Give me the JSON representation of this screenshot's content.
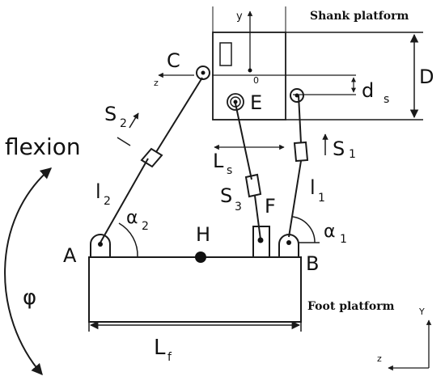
{
  "platforms": {
    "shank": "Shank platform",
    "foot": "Foot platform"
  },
  "motion": {
    "flexion": "flexion",
    "phi": "φ"
  },
  "points": {
    "A": "A",
    "B": "B",
    "C": "C",
    "E": "E",
    "F": "F",
    "H": "H"
  },
  "legs": {
    "l1": {
      "main": "l",
      "sub": "1"
    },
    "l2": {
      "main": "l",
      "sub": "2"
    },
    "S1": {
      "main": "S",
      "sub": "1"
    },
    "S2": {
      "main": "S",
      "sub": "2"
    },
    "S3": {
      "main": "S",
      "sub": "3"
    }
  },
  "angles": {
    "alpha1": {
      "main": "α",
      "sub": "1"
    },
    "alpha2": {
      "main": "α",
      "sub": "2"
    }
  },
  "dimensions": {
    "D": "D",
    "ds": {
      "main": "d",
      "sub": "s"
    },
    "Ls": {
      "main": "L",
      "sub": "s"
    },
    "Lf": {
      "main": "L",
      "sub": "f"
    }
  },
  "axes": {
    "shank_y": "y",
    "shank_z": "z",
    "shank_origin": "0",
    "global_y": "Y",
    "global_z": "z"
  }
}
